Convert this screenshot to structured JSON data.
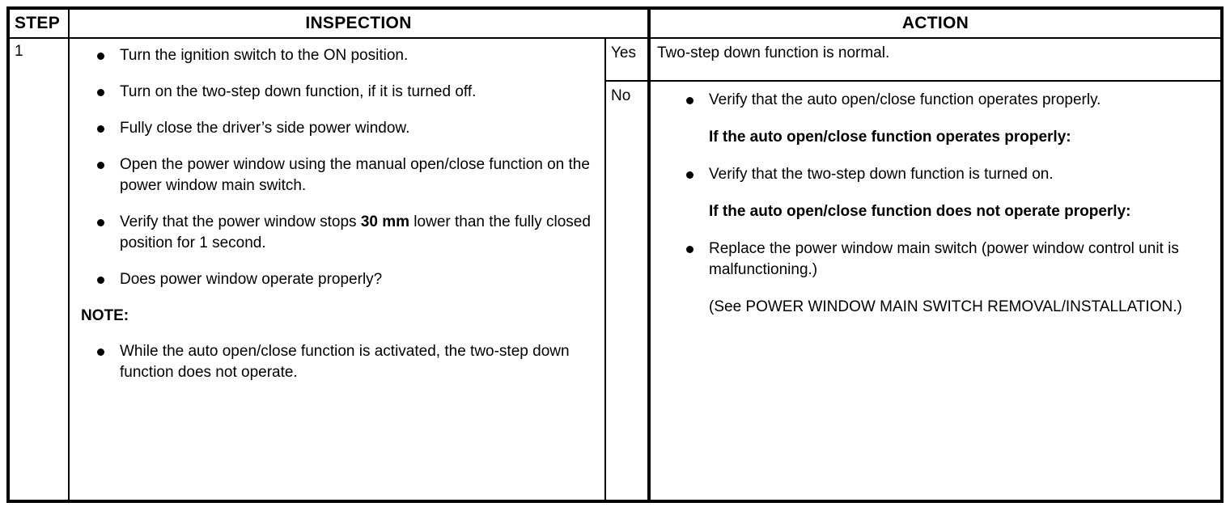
{
  "table": {
    "headers": {
      "step": "STEP",
      "inspection": "INSPECTION",
      "action": "ACTION"
    },
    "step_number": "1",
    "inspection": {
      "bullets": [
        "Turn the ignition switch to the ON position.",
        "Turn on the two-step down function, if it is turned off.",
        "Fully close the driver’s side power window.",
        "Open the power window using the manual open/close function on the power window main switch."
      ],
      "measurement_bullet": {
        "before": "Verify that the power window stops ",
        "bold_value": "30 mm",
        "after": " lower than the fully closed position for 1 second."
      },
      "question_bullet": "Does power window operate properly?",
      "note_label": "NOTE:",
      "note_bullets": [
        "While the auto open/close function is activated, the two-step down function does not operate."
      ]
    },
    "outcomes": {
      "yes_label": "Yes",
      "no_label": "No"
    },
    "action_yes": "Two-step down function is normal.",
    "action_no": {
      "bullet_1": "Verify that the auto open/close function operates properly.",
      "bold_heading_1": "If the auto open/close function operates properly:",
      "bullet_2": "Verify that the two-step down function is turned on.",
      "bold_heading_2": "If the auto open/close function does not operate properly:",
      "bullet_3": "Replace the power window main switch (power window control unit is malfunctioning.)",
      "reference": "(See POWER WINDOW MAIN SWITCH REMOVAL/INSTALLATION.)"
    }
  },
  "colors": {
    "border": "#000000",
    "text": "#000000",
    "background": "#ffffff"
  }
}
